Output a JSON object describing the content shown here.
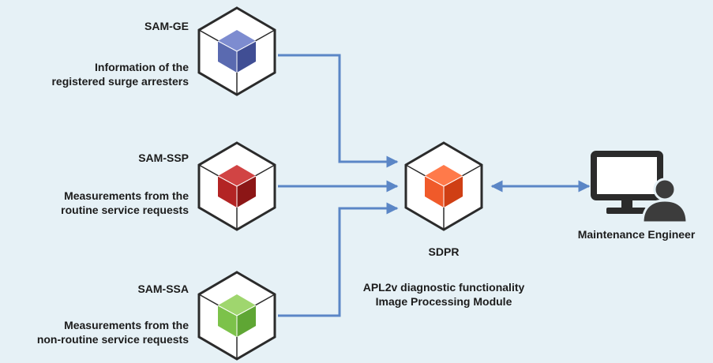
{
  "nodes": {
    "sam_ge": {
      "name": "SAM-GE",
      "desc_line1": "Information of the",
      "desc_line2": "registered surge arresters",
      "cube_color": "#5a6ab0"
    },
    "sam_ssp": {
      "name": "SAM-SSP",
      "desc_line1": "Measurements from the",
      "desc_line2": "routine service requests",
      "cube_color": "#b32424"
    },
    "sam_ssa": {
      "name": "SAM-SSA",
      "desc_line1": "Measurements from the",
      "desc_line2": "non-routine service requests",
      "cube_color": "#7cc24a"
    },
    "sdpr": {
      "name": "SDPR",
      "desc_line1": "APL2v diagnostic functionality",
      "desc_line2": "Image Processing Module",
      "cube_color": "#f05a2a"
    },
    "engineer": {
      "name": "Maintenance Engineer",
      "icon": "computer-user-icon"
    }
  },
  "colors": {
    "background": "#e6f1f6",
    "connector": "#5b86c6",
    "hexagon_border": "#2b2b2b"
  }
}
